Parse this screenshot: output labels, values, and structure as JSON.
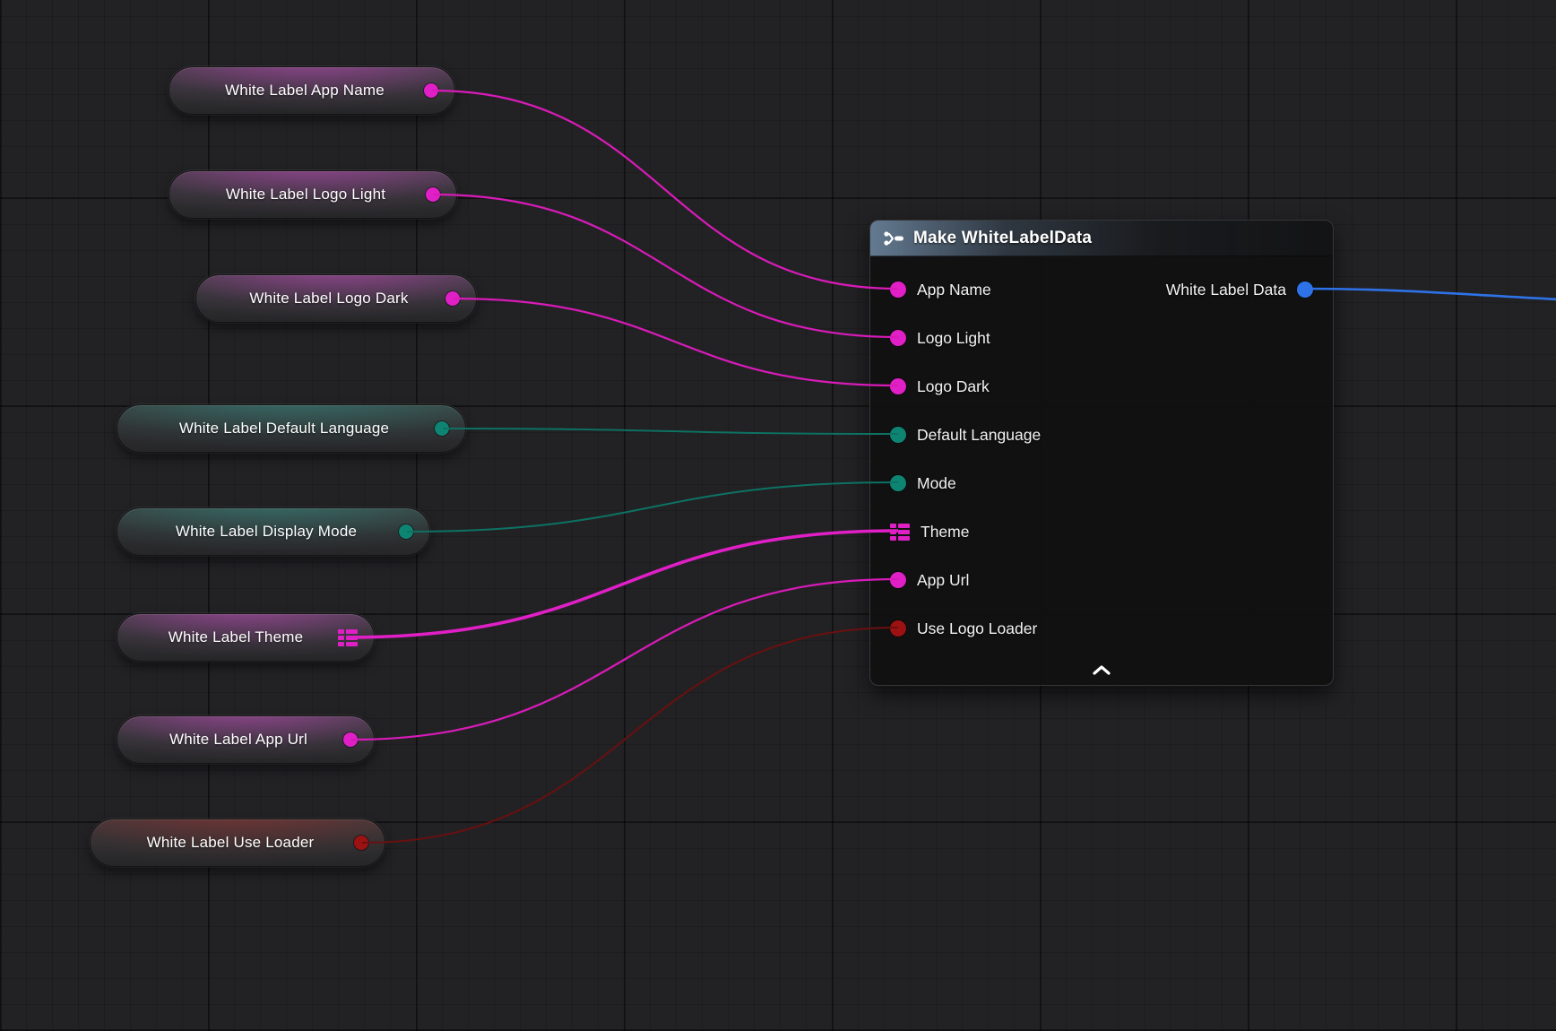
{
  "colors": {
    "string_pin": "#e01fc6",
    "enum_pin": "#0e8573",
    "bool_pin": "#9c1212",
    "struct_output_pin": "#2e72e8",
    "wire_magenta": "#d81bb8",
    "wire_teal": "#0d7263",
    "wire_red": "#6b0f0f",
    "wire_blue": "#2e72e8",
    "canvas_background": "#222225"
  },
  "variable_nodes": [
    {
      "label": "White Label App Name",
      "pin_type": "string"
    },
    {
      "label": "White Label Logo Light",
      "pin_type": "string"
    },
    {
      "label": "White Label Logo Dark",
      "pin_type": "string"
    },
    {
      "label": "White Label Default Language",
      "pin_type": "enum"
    },
    {
      "label": "White Label Display Mode",
      "pin_type": "enum"
    },
    {
      "label": "White Label Theme",
      "pin_type": "struct-grid"
    },
    {
      "label": "White Label App Url",
      "pin_type": "string"
    },
    {
      "label": "White Label Use Loader",
      "pin_type": "bool"
    }
  ],
  "make_node": {
    "title": "Make WhiteLabelData",
    "inputs": [
      {
        "label": "App Name",
        "type": "string"
      },
      {
        "label": "Logo Light",
        "type": "string"
      },
      {
        "label": "Logo Dark",
        "type": "string"
      },
      {
        "label": "Default Language",
        "type": "enum"
      },
      {
        "label": "Mode",
        "type": "enum"
      },
      {
        "label": "Theme",
        "type": "struct-grid"
      },
      {
        "label": "App Url",
        "type": "string"
      },
      {
        "label": "Use Logo Loader",
        "type": "bool"
      }
    ],
    "output": {
      "label": "White Label Data",
      "type": "struct"
    }
  }
}
